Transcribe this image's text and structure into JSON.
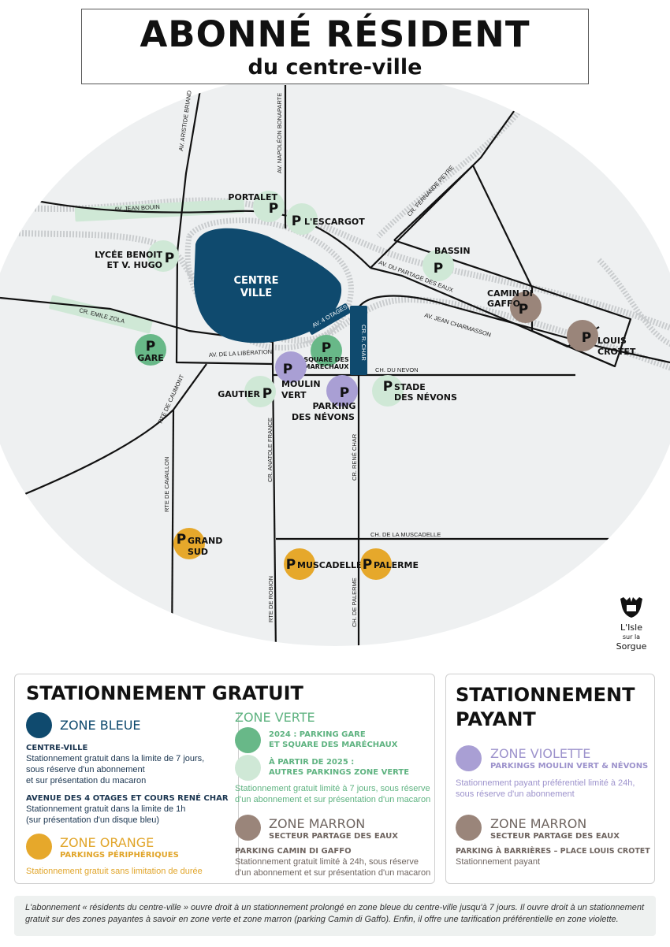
{
  "header": {
    "title": "ABONNÉ RÉSIDENT",
    "subtitle": "du centre-ville"
  },
  "map": {
    "centre": [
      "CENTRE",
      "VILLE"
    ],
    "streets": {
      "av_aristide_briand": "AV. ARISTIDE BRIAND",
      "av_napoleon_bonaparte": "AV. NAPOLÉON BONAPARTE",
      "av_jean_bouin": "AV. JEAN BOUIN",
      "cr_fernande_peyre": "CR. FERNANDE PEYRE",
      "av_partage_des_eaux": "AV. DU PARTAGE DES EAUX",
      "av_jean_charmasson": "AV. JEAN CHARMASSON",
      "cr_emile_zola": "CR. EMILE ZOLA",
      "av_4_otages": "AV. 4 OTAGES",
      "cr_r_char": "CR. R. CHAR",
      "av_liberation": "AV. DE LA LIBÉRATION",
      "ch_du_nevon": "CH. DU NEVON",
      "rte_de_caumont": "RTE DE CAUMONT",
      "rte_de_cavaillon": "RTE DE CAVAILLON",
      "cr_anatole_france": "CR. ANATOLE FRANCE",
      "cr_rene_char": "CR. RENÉ CHAR",
      "ch_muscadelle": "CH. DE LA MUSCADELLE",
      "rte_de_robion": "RTE DE ROBION",
      "ch_de_palerme": "CH. DE PALERME"
    },
    "parking_symbol": "P",
    "parkings": {
      "portalet": [
        "PORTALET"
      ],
      "escargot": [
        "L'ESCARGOT"
      ],
      "lycee": [
        "LYCÉE BENOIT",
        "ET V. HUGO"
      ],
      "bassin": [
        "BASSIN"
      ],
      "camin": [
        "CAMIN DI",
        "GAFFO"
      ],
      "louis": [
        "LOUIS",
        "CROTET"
      ],
      "gare": [
        "GARE"
      ],
      "square": [
        "SQUARE DES",
        "MARECHAUX"
      ],
      "moulin": [
        "MOULIN",
        "VERT"
      ],
      "gautier": [
        "GAUTIER"
      ],
      "nevons": [
        "PARKING",
        "DES NÉVONS"
      ],
      "stade": [
        "STADE",
        "DES NÉVONS"
      ],
      "grand_sud": [
        "GRAND",
        "SUD"
      ],
      "muscadelle": [
        "MUSCADELLE"
      ],
      "palerme": [
        "PALERME"
      ]
    }
  },
  "logo": {
    "line1": "L'Isle",
    "line2": "sur la",
    "line3": "Sorgue"
  },
  "legend_gratuit": {
    "title": "STATIONNEMENT GRATUIT",
    "zone_bleue": {
      "name": "ZONE BLEUE",
      "heading1": "CENTRE-VILLE",
      "text1a": "Stationnement gratuit dans la limite de 7 jours,",
      "text1b": "sous réserve d'un abonnement",
      "text1c": "et sur présentation du macaron",
      "heading2": "AVENUE DES 4 OTAGES ET COURS RENÉ CHAR",
      "text2a": "Stationnement gratuit dans la limite de 1h",
      "text2b": "(sur présentation d'un disque bleu)"
    },
    "zone_orange": {
      "name": "ZONE ORANGE",
      "sub": "PARKINGS PÉRIPHÉRIQUES",
      "text": "Stationnement gratuit sans limitation de durée"
    },
    "zone_verte": {
      "name": "ZONE VERTE",
      "item1a": "2024 : PARKING GARE",
      "item1b": "ET SQUARE DES MARÉCHAUX",
      "item2a": "À PARTIR DE 2025 :",
      "item2b": "AUTRES PARKINGS ZONE VERTE",
      "texta": "Stationnement gratuit limité à 7 jours, sous réserve",
      "textb": "d'un abonnement et sur présentation d'un macaron"
    },
    "zone_marron": {
      "name": "ZONE MARRON",
      "sub": "SECTEUR PARTAGE DES EAUX",
      "heading": "PARKING CAMIN DI GAFFO",
      "texta": "Stationnement gratuit limité à 24h, sous réserve",
      "textb": "d'un abonnement et sur présentation d'un macaron"
    }
  },
  "legend_payant": {
    "title1": "STATIONNEMENT",
    "title2": "PAYANT",
    "zone_violette": {
      "name": "ZONE VIOLETTE",
      "sub": "PARKINGS MOULIN VERT & NÉVONS",
      "texta": "Stationnement payant préférentiel limité à 24h,",
      "textb": "sous réserve d'un abonnement"
    },
    "zone_marron": {
      "name": "ZONE MARRON",
      "sub": "SECTEUR PARTAGE DES EAUX",
      "heading": "PARKING À BARRIÈRES – PLACE LOUIS CROTET",
      "text": "Stationnement payant"
    }
  },
  "footnote": {
    "line1": "L'abonnement « résidents du centre-ville » ouvre droit à un stationnement prolongé en zone bleue du centre-ville jusqu'à 7 jours. Il ouvre droit à un stationnement",
    "line2": "gratuit sur des zones payantes à savoir en zone verte et zone marron (parking Camin di Gaffo). Enfin, il offre une tarification préférentielle en zone violette."
  },
  "colors": {
    "zone_bleue": "#0f4a6e",
    "zone_orange": "#e6a82b",
    "zone_verte_2024": "#68b888",
    "zone_verte_2025": "#cfe8d6",
    "zone_violette": "#a99fd4",
    "zone_marron": "#9a857a",
    "map_background": "#eef0f1"
  }
}
